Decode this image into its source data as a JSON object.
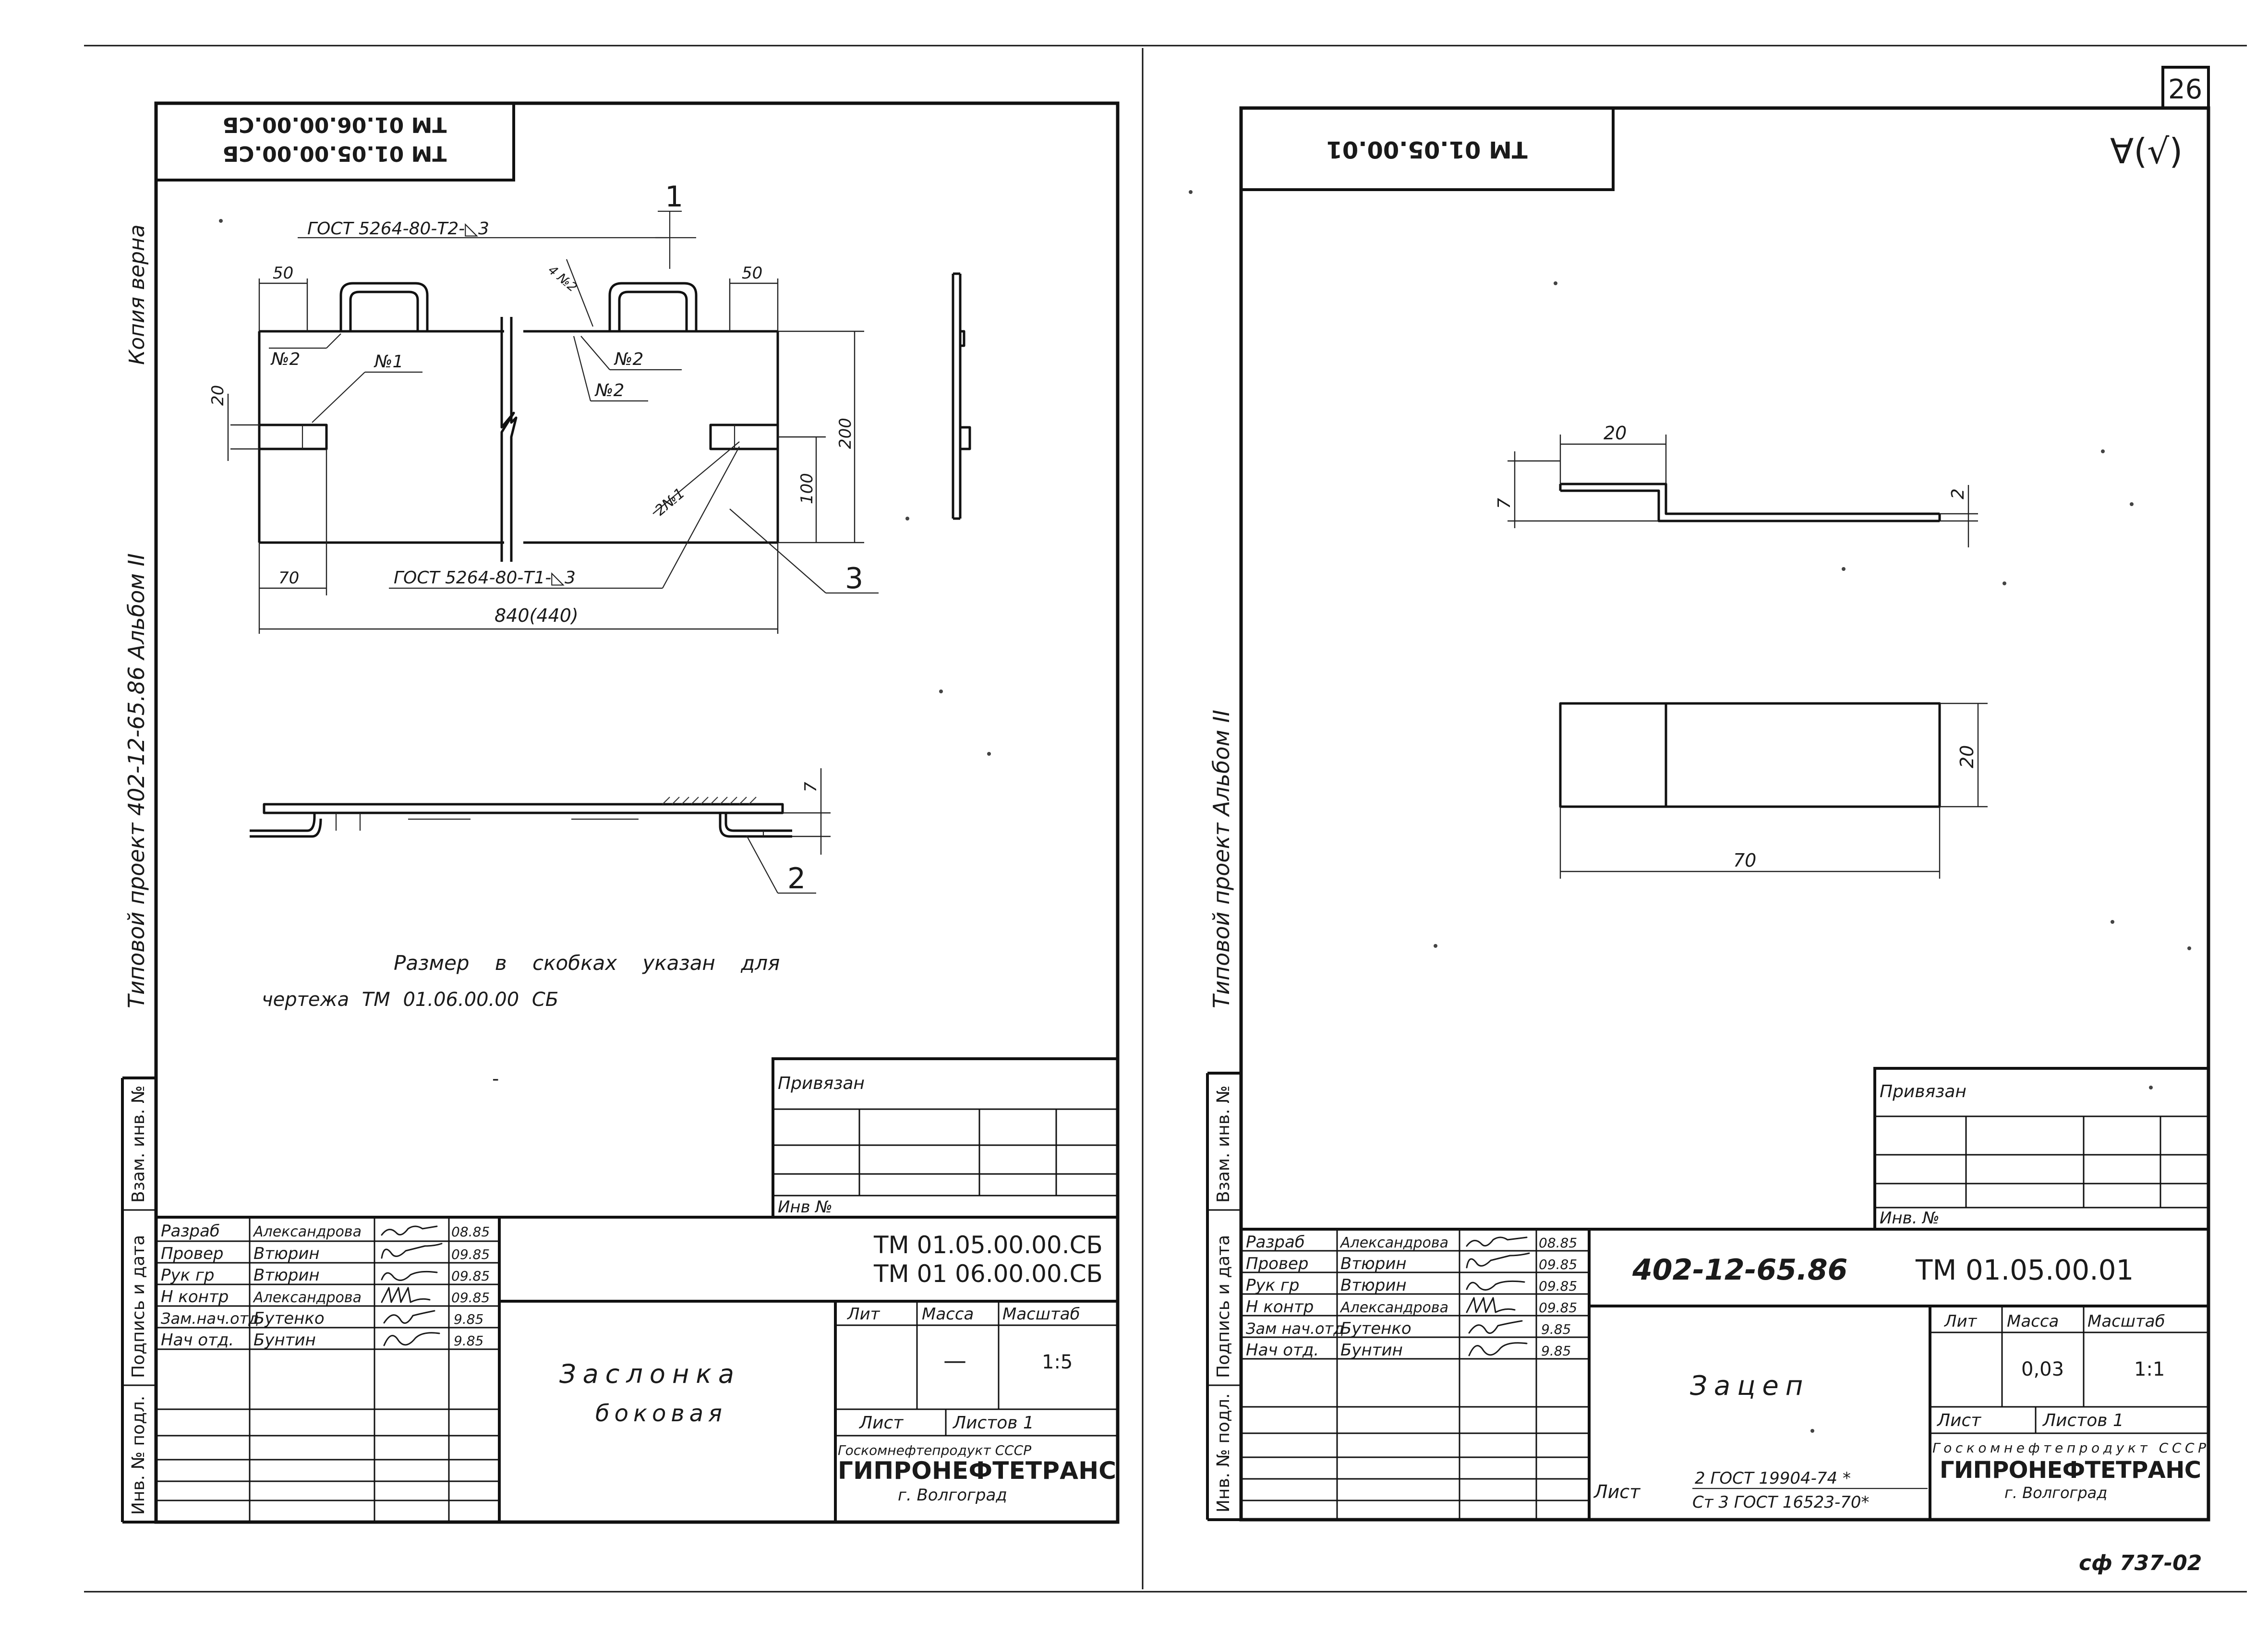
{
  "page_number": "26",
  "footer_code": "сф 737-02",
  "left": {
    "designations_block": [
      "ТМ 01.05.00.00.СБ",
      "ТМ 01.06.00.00.СБ"
    ],
    "copy_stamp": "Копия верна",
    "side_caption": "Типовой проект 402-12-65.86 Альбом II",
    "side_columns": [
      "Взам. инв. №",
      "Подпись и дата",
      "Инв. № подл."
    ],
    "callouts": {
      "weld_top": "ГОСТ 5264-80-Т2-◺3",
      "weld_bottom": "ГОСТ 5264-80-Т1-◺3",
      "n1": "№1",
      "n2": "№2",
      "twice_n1": "2№1",
      "positions": [
        "1",
        "2",
        "3"
      ]
    },
    "dims": {
      "d50_left": "50",
      "d50_right": "50",
      "d20": "20",
      "d200": "200",
      "d100": "100",
      "d70": "70",
      "d840": "840(440)",
      "d7": "7"
    },
    "note_line1": "Размер в скобках указан для",
    "note_line2": "чертежа ТМ 01.06.00.00 СБ",
    "dash_mark": "-",
    "title_block": {
      "privyazan": "Привязан",
      "inv_no": "Инв №",
      "roles": [
        "Разраб",
        "Провер",
        "Рук гр",
        "Н контр",
        "Зам.нач.отд",
        "Нач отд."
      ],
      "names": [
        "Александрова",
        "Втюрин",
        "Втюрин",
        "Александрова",
        "Бутенко",
        "Бунтин"
      ],
      "dates": [
        "08.85",
        "09.85",
        "09.85",
        "09.85",
        "9.85",
        "9.85"
      ],
      "designation1": "ТМ 01.05.00.00.СБ",
      "designation2": "ТМ 01 06.00.00.СБ",
      "title_line1": "Заслонка",
      "title_line2": "боковая",
      "lit_label": "Лит",
      "massa_label": "Масса",
      "masshtab_label": "Масштаб",
      "massa_value": "—",
      "masshtab_value": "1:5",
      "list_label": "Лист",
      "listov_label": "Листов 1",
      "org_line1": "Госкомнефтепродукт СССР",
      "org_line2": "ГИПРОНЕФТЕТРАНС",
      "org_line3": "г. Волгоград"
    }
  },
  "right": {
    "designation_block": "ТМ 01.05.00.01",
    "roughness": "∀(√)",
    "side_caption": "Типовой проект Альбом II",
    "side_columns": [
      "Взам. инв. №",
      "Подпись и дата",
      "Инв. № подл."
    ],
    "dims": {
      "d20_top": "20",
      "d7": "7",
      "d2": "2",
      "d20_side": "20",
      "d70": "70"
    },
    "title_block": {
      "privyazan": "Привязан",
      "inv_no": "Инв. №",
      "roles": [
        "Разраб",
        "Провер",
        "Рук гр",
        "Н контр",
        "Зам нач.отд",
        "Нач отд."
      ],
      "names": [
        "Александрова",
        "Втюрин",
        "Втюрин",
        "Александрова",
        "Бутенко",
        "Бунтин"
      ],
      "dates": [
        "08.85",
        "09.85",
        "09.85",
        "09.85",
        "9.85",
        "9.85"
      ],
      "project_code": "402-12-65.86",
      "designation": "ТМ 01.05.00.01",
      "title": "Зацеп",
      "lit_label": "Лит",
      "massa_label": "Масса",
      "masshtab_label": "Масштаб",
      "massa_value": "0,03",
      "masshtab_value": "1:1",
      "list_label": "Лист",
      "listov_label": "Листов 1",
      "material_line1": "2 ГОСТ 19904-74 *",
      "material_line2": "Ст 3 ГОСТ 16523-70*",
      "org_line1": "Госкомнефтепродукт СССР",
      "org_line2": "ГИПРОНЕФТЕТРАНС",
      "org_line3": "г. Волгоград"
    }
  }
}
